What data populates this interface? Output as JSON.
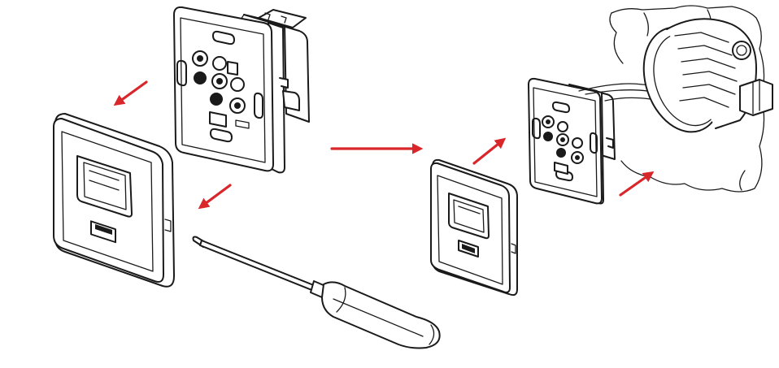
{
  "colors": {
    "arrow": "#d9262b",
    "line": "#1a1a1a",
    "background": "#ffffff"
  },
  "figure": {
    "type": "exploded-assembly-illustration",
    "parts": [
      "motion-sensor-cover-large",
      "mounting-module-back",
      "screwdriver",
      "motion-sensor-cover-small",
      "mounting-module-installed",
      "wall-junction-box"
    ],
    "arrows": [
      {
        "direction": "down-left",
        "group": "removal"
      },
      {
        "direction": "down-left",
        "group": "removal"
      },
      {
        "direction": "right",
        "group": "sequence"
      },
      {
        "direction": "up-right",
        "group": "installation"
      },
      {
        "direction": "up-right",
        "group": "installation"
      }
    ]
  }
}
